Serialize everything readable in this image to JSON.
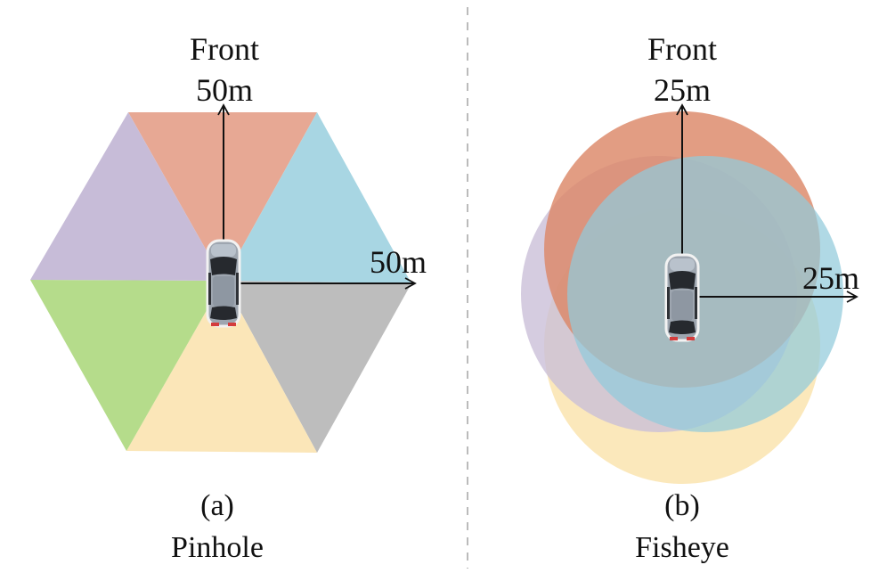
{
  "panels": {
    "pinhole": {
      "front_label": "Front",
      "range_front": "50m",
      "range_side": "50m",
      "sublabel": "(a)",
      "caption": "Pinhole"
    },
    "fisheye": {
      "front_label": "Front",
      "range_front": "25m",
      "range_side": "25m",
      "sublabel": "(b)",
      "caption": "Fisheye"
    }
  },
  "colors": {
    "front": "#e7a894",
    "front_right": "#a8d6e3",
    "back_right": "#bdbdbd",
    "back": "#fbe6b8",
    "back_left": "#b5dc8b",
    "front_left": "#c7bcd8",
    "fisheye_front": "#dc8868",
    "fisheye_right": "#92cadb",
    "fisheye_back": "#fbe5b4",
    "fisheye_left": "#cbbfd8",
    "divider": "#bbbbbb"
  },
  "icons": {
    "vehicle": "car-icon"
  }
}
